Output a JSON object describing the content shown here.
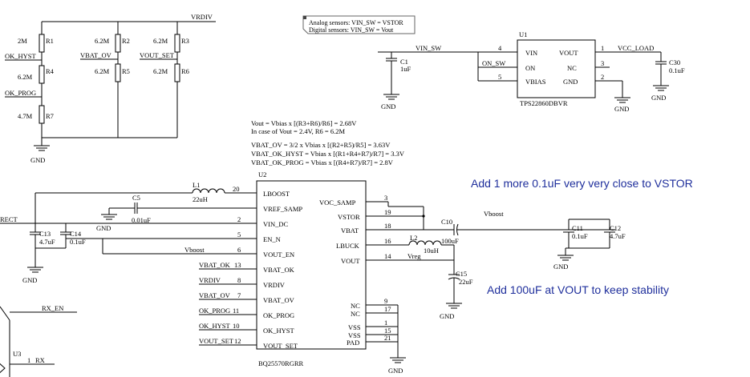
{
  "nets": {
    "vrdiv": "VRDIV",
    "ok_hyst": "OK_HYST",
    "ok_prog": "OK_PROG",
    "vbat_ov": "VBAT_OV",
    "vout_set": "VOUT_SET",
    "vin_sw": "VIN_SW",
    "on_sw": "ON_SW",
    "vcc_load": "VCC_LOAD",
    "rect": "RECT",
    "vboost": "Vboost",
    "vboost2": "Vboost",
    "vreg": "Vreg",
    "rx_en": "RX_EN",
    "rx": "RX",
    "gnd": "GND"
  },
  "resistors": {
    "r1": {
      "ref": "R1",
      "value": "2M"
    },
    "r4": {
      "ref": "R4",
      "value": "6.2M"
    },
    "r7": {
      "ref": "R7",
      "value": "4.7M"
    },
    "r2": {
      "ref": "R2",
      "value": "6.2M"
    },
    "r5": {
      "ref": "R5",
      "value": "6.2M"
    },
    "r3": {
      "ref": "R3",
      "value": "6.2M"
    },
    "r6": {
      "ref": "R6",
      "value": "6.2M"
    }
  },
  "capacitors": {
    "c1": {
      "ref": "C1",
      "value": "1uF"
    },
    "c30": {
      "ref": "C30",
      "value": "0.1uF"
    },
    "c5": {
      "ref": "C5",
      "value": "0.01uF"
    },
    "c13": {
      "ref": "C13",
      "value": "4.7uF"
    },
    "c14": {
      "ref": "C14",
      "value": "0.1uF"
    },
    "c10": {
      "ref": "C10",
      "value": "100uF"
    },
    "c11": {
      "ref": "C11",
      "value": "0.1uF"
    },
    "c12": {
      "ref": "C12",
      "value": "4.7uF"
    },
    "c15": {
      "ref": "C15",
      "value": "22uF"
    }
  },
  "inductors": {
    "l1": {
      "ref": "L1",
      "value": "22uH"
    },
    "l2": {
      "ref": "L2",
      "value": "10uH"
    }
  },
  "callout": {
    "line1": "Analog sensors: VIN_SW = VSTOR",
    "line2": "Digital sensors: VIN_SW = Vout"
  },
  "u1": {
    "ref": "U1",
    "part": "TPS22860DBVR",
    "pins_left": [
      {
        "num": "4",
        "name": "VIN"
      },
      {
        "num": "",
        "name": "ON"
      },
      {
        "num": "5",
        "name": "VBIAS"
      }
    ],
    "pins_right": [
      {
        "num": "1",
        "name": "VOUT"
      },
      {
        "num": "3",
        "name": "NC"
      },
      {
        "num": "2",
        "name": "GND"
      }
    ]
  },
  "u2": {
    "ref": "U2",
    "part": "BQ25570RGRR",
    "pins_left": [
      {
        "num": "20",
        "name": "LBOOST"
      },
      {
        "num": "",
        "name": "VREF_SAMP"
      },
      {
        "num": "2",
        "name": "VIN_DC"
      },
      {
        "num": "5",
        "name": "EN_N"
      },
      {
        "num": "6",
        "name": "VOUT_EN"
      },
      {
        "num": "13",
        "name": "VBAT_OK"
      },
      {
        "num": "8",
        "name": "VRDIV"
      },
      {
        "num": "7",
        "name": "VBAT_OV"
      },
      {
        "num": "11",
        "name": "OK_PROG"
      },
      {
        "num": "10",
        "name": "OK_HYST"
      },
      {
        "num": "12",
        "name": "VOUT_SET"
      }
    ],
    "pins_right": [
      {
        "num": "3",
        "name": "VOC_SAMP"
      },
      {
        "num": "19",
        "name": "VSTOR"
      },
      {
        "num": "18",
        "name": "VBAT"
      },
      {
        "num": "16",
        "name": "LBUCK"
      },
      {
        "num": "14",
        "name": "VOUT"
      },
      {
        "num": "9",
        "name": "NC"
      },
      {
        "num": "17",
        "name": "NC"
      },
      {
        "num": "1",
        "name": "VSS"
      },
      {
        "num": "15",
        "name": "VSS"
      },
      {
        "num": "21",
        "name": "PAD"
      }
    ],
    "wire_labels": {
      "vboost": "Vboost",
      "vbat_ok": "VBAT_OK",
      "vrdiv": "VRDIV",
      "vbat_ov": "VBAT_OV",
      "ok_prog": "OK_PROG",
      "ok_hyst": "OK_HYST",
      "vout_set": "VOUT_SET"
    }
  },
  "u3": {
    "ref": "U3",
    "pin": "1"
  },
  "formulas": [
    "Vout = Vbias x [(R3+R6)/R6] = 2.68V",
    "In case of Vout = 2.4V, R6 = 6.2M",
    "VBAT_OV = 3/2 x Vbias x [(R2+R5)/R5] = 3.63V",
    "VBAT_OK_HYST = Vbias x [(R1+R4+R7)/R7] = 3.3V",
    "VBAT_OK_PROG = Vbias x [(R4+R7)/R7] = 2.8V"
  ],
  "annotations": {
    "vstor_note": "Add 1 more 0.1uF very very close to VSTOR",
    "vout_note": "Add 100uF at VOUT to keep stability"
  },
  "colors": {
    "wire": "#000000",
    "annotation": "#1f2f9c"
  }
}
